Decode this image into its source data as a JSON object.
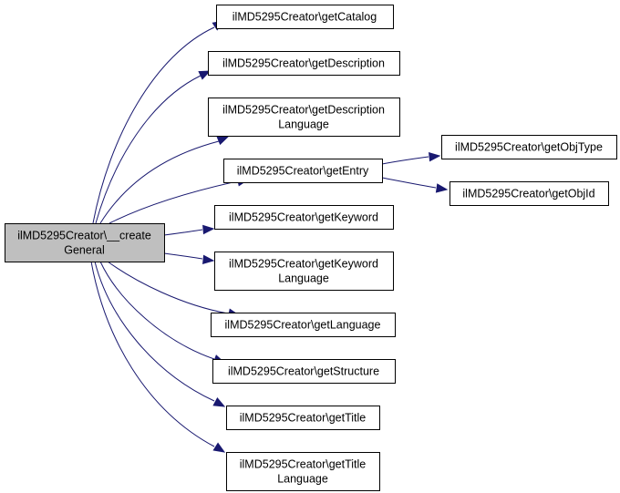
{
  "nodes": {
    "root": {
      "lines": [
        "ilMD5295Creator\\__create",
        "General"
      ]
    },
    "getCatalog": {
      "lines": [
        "ilMD5295Creator\\getCatalog"
      ]
    },
    "getDescription": {
      "lines": [
        "ilMD5295Creator\\getDescription"
      ]
    },
    "getDescriptionLanguage": {
      "lines": [
        "ilMD5295Creator\\getDescription",
        "Language"
      ]
    },
    "getEntry": {
      "lines": [
        "ilMD5295Creator\\getEntry"
      ]
    },
    "getObjType": {
      "lines": [
        "ilMD5295Creator\\getObjType"
      ]
    },
    "getObjId": {
      "lines": [
        "ilMD5295Creator\\getObjId"
      ]
    },
    "getKeyword": {
      "lines": [
        "ilMD5295Creator\\getKeyword"
      ]
    },
    "getKeywordLanguage": {
      "lines": [
        "ilMD5295Creator\\getKeyword",
        "Language"
      ]
    },
    "getLanguage": {
      "lines": [
        "ilMD5295Creator\\getLanguage"
      ]
    },
    "getStructure": {
      "lines": [
        "ilMD5295Creator\\getStructure"
      ]
    },
    "getTitle": {
      "lines": [
        "ilMD5295Creator\\getTitle"
      ]
    },
    "getTitleLanguage": {
      "lines": [
        "ilMD5295Creator\\getTitle",
        "Language"
      ]
    }
  },
  "edges": [
    {
      "from": "root",
      "to": "getCatalog"
    },
    {
      "from": "root",
      "to": "getDescription"
    },
    {
      "from": "root",
      "to": "getDescriptionLanguage"
    },
    {
      "from": "root",
      "to": "getEntry"
    },
    {
      "from": "root",
      "to": "getKeyword"
    },
    {
      "from": "root",
      "to": "getKeywordLanguage"
    },
    {
      "from": "root",
      "to": "getLanguage"
    },
    {
      "from": "root",
      "to": "getStructure"
    },
    {
      "from": "root",
      "to": "getTitle"
    },
    {
      "from": "root",
      "to": "getTitleLanguage"
    },
    {
      "from": "getEntry",
      "to": "getObjType"
    },
    {
      "from": "getEntry",
      "to": "getObjId"
    }
  ],
  "colors": {
    "edge": "#191970",
    "root_fill": "#bfbfbf",
    "node_fill": "#ffffff",
    "border": "#000000"
  }
}
